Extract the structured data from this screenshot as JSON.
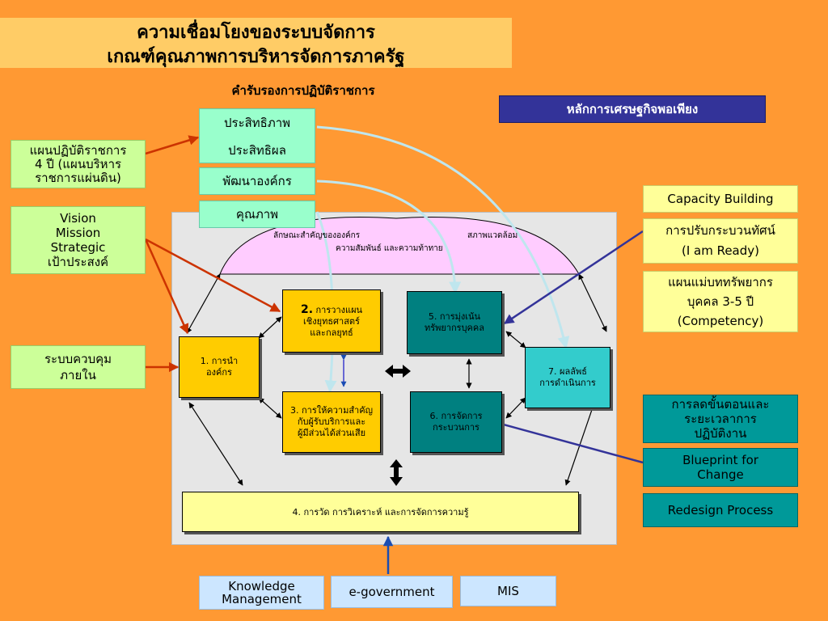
{
  "title": {
    "line1": "ความเชื่อมโยงของระบบจัดการ",
    "line2": "เกณฑ์คุณภาพการบริหารจัดการภาครัฐ"
  },
  "subtitle": "คำรับรองการปฏิบัติราชการ",
  "sufficiency": "หลักการเศรษฐกิจพอเพียง",
  "top_boxes": {
    "efficiency": "ประสิทธิภาพ",
    "effectiveness": "ประสิทธิผล",
    "org_development": "พัฒนาองค์กร",
    "quality": "คุณภาพ"
  },
  "left_boxes": {
    "plan_line1": "แผนปฏิบัติราชการ",
    "plan_line2": "4 ปี (แผนบริหาร",
    "plan_line3": "ราชการแผ่นดิน)",
    "vision_line1": "Vision",
    "vision_line2": "Mission",
    "vision_line3": "Strategic",
    "vision_line4": "เป้าประสงค์",
    "control_line1": "ระบบควบคุม",
    "control_line2": "ภายใน"
  },
  "right_boxes": {
    "capacity": "Capacity Building",
    "mindset_line1": "การปรับกระบวนทัศน์",
    "mindset_line2": "(I am Ready)",
    "hr_line1": "แผนแม่บททรัพยากร",
    "hr_line2": "บุคคล 3-5 ปี",
    "hr_line3": "(Competency)",
    "reduce_line1": "การลดขั้นตอนและ",
    "reduce_line2": "ระยะเวลาการ",
    "reduce_line3": "ปฏิบัติงาน",
    "blueprint_line1": "Blueprint for",
    "blueprint_line2": "Change",
    "redesign": "Redesign Process"
  },
  "bottom_boxes": {
    "km_line1": "Knowledge",
    "km_line2": "Management",
    "egov": "e-government",
    "mis": "MIS"
  },
  "framework": {
    "profile_left": "ลักษณะสำคัญขององค์กร",
    "profile_right": "สภาพแวดล้อม",
    "profile_center": "ความสัมพันธ์ และความท้าทาย",
    "cat1_line1": "1. การนำ",
    "cat1_line2": "องค์กร",
    "cat2_num": "2.",
    "cat2_line1": "การวางแผน",
    "cat2_line2": "เชิงยุทธศาสตร์",
    "cat2_line3": "และกลยุทธ์",
    "cat3_line1": "3. การให้ความสำคัญ",
    "cat3_line2": "กับผู้รับบริการและ",
    "cat3_line3": "ผู้มีส่วนได้ส่วนเสีย",
    "cat5_line1": "5. การมุ่งเน้น",
    "cat5_line2": "ทรัพยากรบุคคล",
    "cat6_line1": "6. การจัดการ",
    "cat6_line2": "กระบวนการ",
    "cat7_line1": "7. ผลลัพธ์",
    "cat7_line2": "การดำเนินการ",
    "cat4": "4. การวัด การวิเคราะห์ และการจัดการความรู้"
  },
  "colors": {
    "background": "#ff9933",
    "title_band": "#ffcc66",
    "navy": "#333399",
    "red_arrow": "#cc3300",
    "light_blue_arrow": "#bfe6ee"
  }
}
